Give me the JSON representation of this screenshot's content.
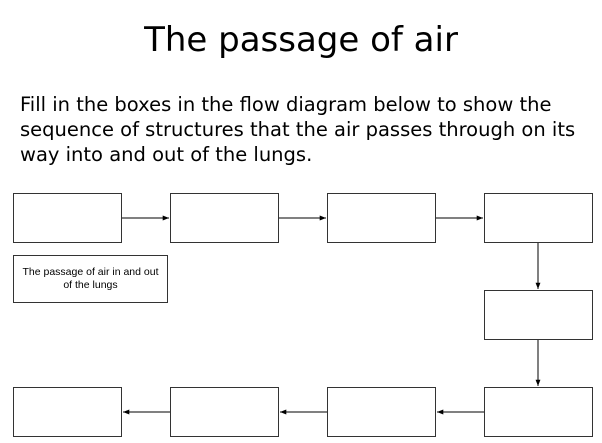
{
  "slide": {
    "title": "The passage of air",
    "instructions": "Fill in the boxes in the flow diagram below to show the sequence of structures that the air passes through on its way into and out of the lungs."
  },
  "diagram": {
    "caption": "The passage of air in and out of the lungs",
    "boxes": [
      {
        "id": "box-1",
        "label": ""
      },
      {
        "id": "box-2",
        "label": ""
      },
      {
        "id": "box-3",
        "label": ""
      },
      {
        "id": "box-4",
        "label": ""
      },
      {
        "id": "box-5",
        "label": ""
      },
      {
        "id": "box-6",
        "label": ""
      },
      {
        "id": "box-7",
        "label": ""
      },
      {
        "id": "box-8",
        "label": ""
      },
      {
        "id": "box-9",
        "label": ""
      }
    ],
    "flow": [
      [
        "box-1",
        "box-2"
      ],
      [
        "box-2",
        "box-3"
      ],
      [
        "box-3",
        "box-4"
      ],
      [
        "box-4",
        "box-5"
      ],
      [
        "box-5",
        "box-6"
      ],
      [
        "box-6",
        "box-7"
      ],
      [
        "box-7",
        "box-8"
      ],
      [
        "box-8",
        "box-9"
      ]
    ]
  }
}
